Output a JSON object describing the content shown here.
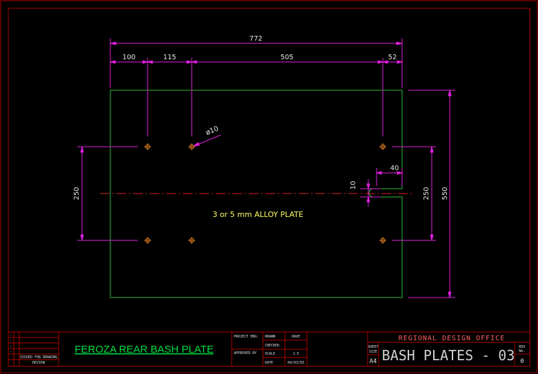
{
  "colors": {
    "border": "#b00000",
    "plate": "#2ebd3c",
    "dimension": "#e020e0",
    "hole": "#e08020",
    "centerline": "#e02020",
    "note": "#ffff66",
    "title": "#00e040"
  },
  "dimensions": {
    "overall_width": "772",
    "seg_1": "100",
    "seg_2": "115",
    "seg_3": "505",
    "seg_4": "52",
    "height_overall": "550",
    "hole_spacing_left": "250",
    "hole_spacing_right": "250",
    "slot_length": "40",
    "slot_width": "10",
    "hole_diameter": "ø10"
  },
  "plate_note": "3 or 5 mm ALLOY PLATE",
  "title_block": {
    "drawing_title": "FEROZA REAR BASH PLATE",
    "project_eng_label": "PROJECT ENG:",
    "approved_by_label": "APPROVED BY",
    "drawn_label": "DRAWN",
    "drawn_value": "DAVE",
    "checked_label": "CHECKED",
    "scale_label": "SCALE",
    "scale_value": "1:5",
    "date_label": "DATE",
    "date_value": "04/03/03",
    "issued_note_1": "ISSUED FOR DRAWING",
    "issued_note_2": "REVIEW",
    "office": "REGIONAL DESIGN OFFICE",
    "sheet_label": "SHEET",
    "size_label": "SIZE",
    "sheet_size": "A4",
    "drawing_number": "BASH PLATES - 03",
    "rev_label": "REV",
    "rev_sub_label": "No.",
    "revision": "0"
  }
}
